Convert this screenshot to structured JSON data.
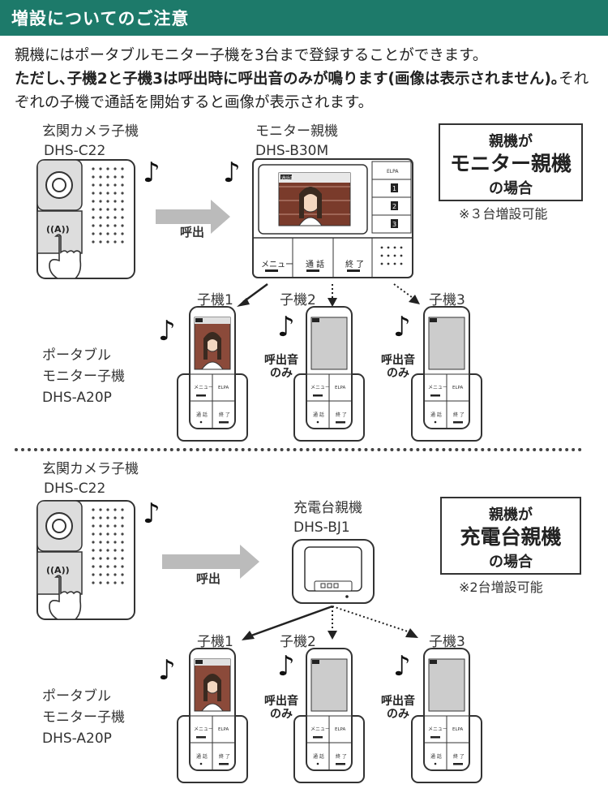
{
  "header": {
    "title": "増設についてのご注意"
  },
  "intro": {
    "line1": "親機にはポータブルモニター子機を3台まで登録することができます。",
    "line2_bold": "ただし､子機2と子機3は呼出時に呼出音のみが鳴ります(画像は表示されません)｡",
    "line2_rest": "それぞれの子機で通話を開始すると画像が表示されます。"
  },
  "section1": {
    "camera_label": "玄関カメラ子機",
    "camera_model": "DHS-C22",
    "call_label": "呼出",
    "monitor_label": "モニター親機",
    "monitor_model": "DHS-B30M",
    "monitor_screen_tag": "通話中",
    "monitor_buttons": [
      "メニュー",
      "通 話",
      "終 了"
    ],
    "monitor_side_buttons": [
      "ELPA",
      "1",
      "2",
      "3"
    ],
    "box": {
      "l1": "親機が",
      "l2": "モニター親機",
      "l3": "の場合"
    },
    "note": "※３台増設可能"
  },
  "section2": {
    "camera_label": "玄関カメラ子機",
    "camera_model": "DHS-C22",
    "call_label": "呼出",
    "charger_label": "充電台親機",
    "charger_model": "DHS-BJ1",
    "box": {
      "l1": "親機が",
      "l2": "充電台親機",
      "l3": "の場合"
    },
    "note": "※2台増設可能"
  },
  "portable": {
    "label_line1": "ポータブル",
    "label_line2": "モニター子機",
    "model": "DHS-A20P",
    "handsets": [
      "子機1",
      "子機2",
      "子機3"
    ],
    "ring_only_line1": "呼出音",
    "ring_only_line2": "のみ",
    "handset_buttons": [
      "メニュー",
      "ELPA",
      "通 話",
      "終 了"
    ]
  },
  "icons": {
    "music": "music-note-icon",
    "finger": "pointing-finger-icon"
  }
}
